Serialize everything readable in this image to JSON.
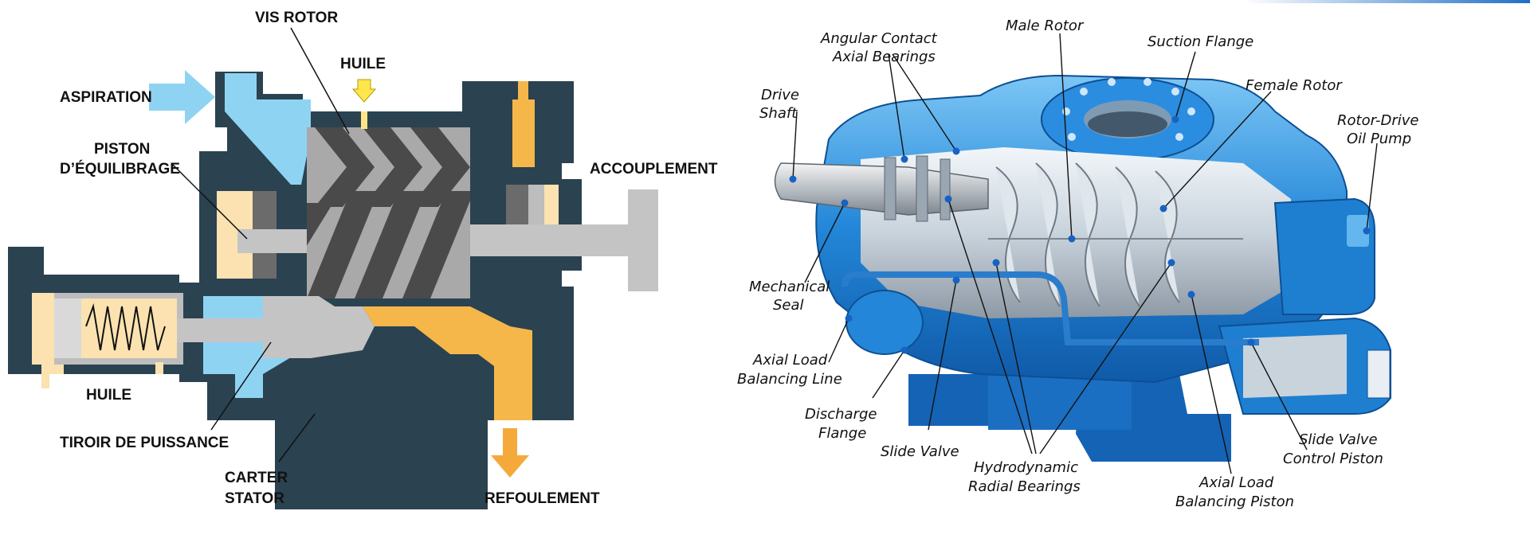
{
  "left_diagram": {
    "labels": {
      "vis_rotor": "VIS ROTOR",
      "huile_top": "HUILE",
      "aspiration": "ASPIRATION",
      "piston_line1": "PISTON",
      "piston_line2": "D’ÉQUILIBRAGE",
      "accouplement": "ACCOUPLEMENT",
      "huile_bottom": "HUILE",
      "tiroir": "TIROIR DE PUISSANCE",
      "carter_line1": "CARTER",
      "carter_line2": "STATOR",
      "refoulement": "REFOULEMENT"
    }
  },
  "right_diagram": {
    "labels": {
      "angular_line1": "Angular Contact",
      "angular_line2": "Axial Bearings",
      "male_rotor": "Male Rotor",
      "suction_flange": "Suction Flange",
      "drive_line1": "Drive",
      "drive_line2": "Shaft",
      "female_rotor": "Female Rotor",
      "oil_line1": "Rotor-Drive",
      "oil_line2": "Oil Pump",
      "seal_line1": "Mechanical",
      "seal_line2": "Seal",
      "axial_line_line1": "Axial Load",
      "axial_line_line2": "Balancing Line",
      "discharge_line1": "Discharge",
      "discharge_line2": "Flange",
      "slide_valve": "Slide Valve",
      "hydro_line1": "Hydrodynamic",
      "hydro_line2": "Radial Bearings",
      "axial_piston_line1": "Axial Load",
      "axial_piston_line2": "Balancing Piston",
      "slide_ctrl_line1": "Slide Valve",
      "slide_ctrl_line2": "Control Piston"
    }
  },
  "colors": {
    "casing": "#2b4250",
    "suction": "#8fd3f2",
    "discharge": "#f5b74a",
    "oil": "#ffe58a",
    "balance": "#fbe2b0",
    "rotor_light": "#a9a9a9",
    "rotor_dark": "#4a4a4a",
    "shaft": "#c4c4c4",
    "compressor_blue": "#1e7fd1",
    "compressor_light": "#63b6ee"
  }
}
